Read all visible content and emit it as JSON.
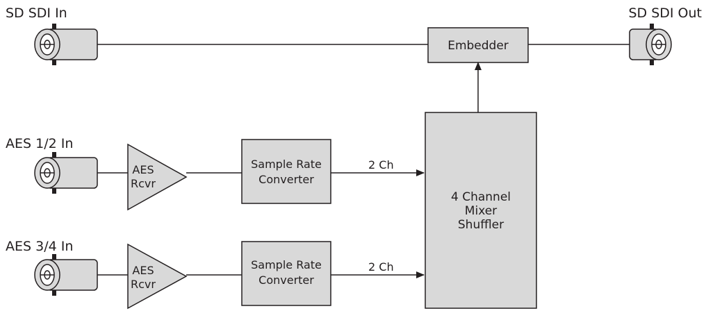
{
  "inputs": {
    "sdi_in": "SD SDI In",
    "aes12_in": "AES 1/2 In",
    "aes34_in": "AES 3/4 In"
  },
  "outputs": {
    "sdi_out": "SD SDI Out"
  },
  "blocks": {
    "embedder": "Embedder",
    "aes_rcvr_1": [
      "AES",
      "Rcvr"
    ],
    "aes_rcvr_2": [
      "AES",
      "Rcvr"
    ],
    "src_1": [
      "Sample Rate",
      "Converter"
    ],
    "src_2": [
      "Sample Rate",
      "Converter"
    ],
    "mixer": [
      "4 Channel",
      "Mixer",
      "Shuffler"
    ]
  },
  "links": {
    "ch_1": "2 Ch",
    "ch_2": "2 Ch"
  },
  "colors": {
    "box_fill": "#d9d9d9",
    "stroke": "#231f20",
    "background": "#ffffff"
  },
  "icons": {
    "connector": "bnc-connector-icon",
    "amplifier": "triangle-amplifier-icon"
  }
}
